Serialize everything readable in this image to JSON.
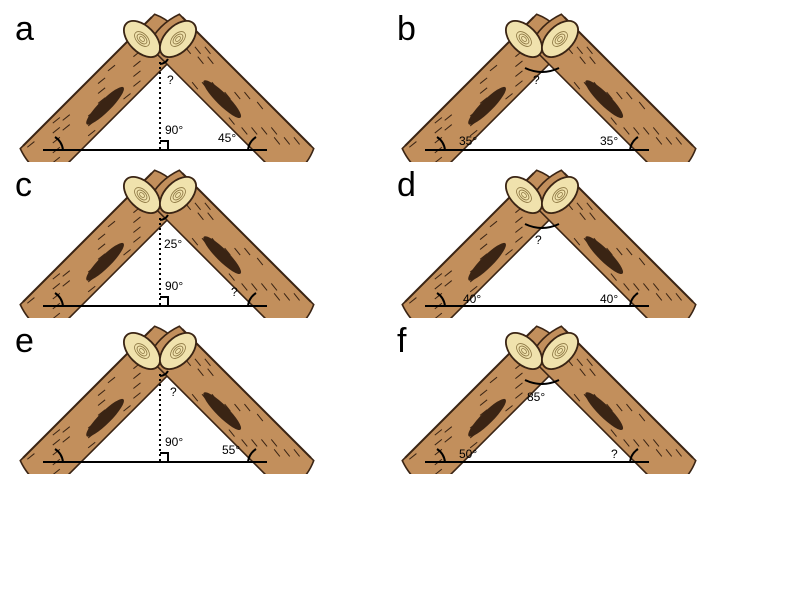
{
  "colors": {
    "bark": "#c28f5c",
    "bark_dark": "#3a2414",
    "wood_end": "#f0e2ad",
    "ring": "#8a7440",
    "line": "#000000"
  },
  "panels": [
    {
      "letter": "a",
      "top_angle": "?",
      "left_angle": "",
      "right_angle": "45°",
      "right_angle_marker": "90°",
      "has_altitude": true
    },
    {
      "letter": "b",
      "top_angle": "?",
      "left_angle": "35°",
      "right_angle": "35°",
      "right_angle_marker": "",
      "has_altitude": false
    },
    {
      "letter": "c",
      "top_angle": "25°",
      "left_angle": "",
      "right_angle": "?",
      "right_angle_marker": "90°",
      "has_altitude": true
    },
    {
      "letter": "d",
      "top_angle": "?",
      "left_angle": "40°",
      "right_angle": "40°",
      "right_angle_marker": "",
      "has_altitude": false
    },
    {
      "letter": "e",
      "top_angle": "?",
      "left_angle": "",
      "right_angle": "55°",
      "right_angle_marker": "90°",
      "has_altitude": true
    },
    {
      "letter": "f",
      "top_angle": "85°",
      "left_angle": "50°",
      "right_angle": "?",
      "right_angle_marker": "",
      "has_altitude": false
    }
  ]
}
